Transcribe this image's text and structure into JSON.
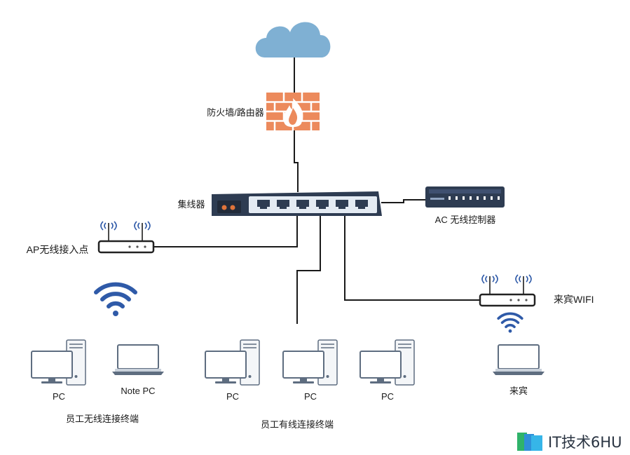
{
  "labels": {
    "firewall": "防火墙/路由器",
    "hub": "集线器",
    "ac": "AC 无线控制器",
    "ap": "AP无线接入点",
    "guest_ap": "来宾WIFI",
    "note_pc": "Note PC",
    "guest": "来宾",
    "pc": "PC",
    "group_wireless": "员工无线连接终端",
    "group_wired": "员工有线连接终端"
  },
  "watermark": {
    "text": "IT技术6HU"
  },
  "icons": {
    "cloud": "cloud-icon",
    "firewall": "firewall-icon",
    "hub": "switch-icon",
    "ac": "wireless-controller-icon",
    "ap": "access-point-icon",
    "wifi": "wifi-signal-icon",
    "desktop": "desktop-pc-icon",
    "laptop": "laptop-icon"
  },
  "colors": {
    "line": "#1a1a1a",
    "cloud": "#7fb0d3",
    "firewall": "#ec8a5c",
    "hub_body": "#2e3c52",
    "wifi": "#2f5aa8",
    "monitor": "#5e6d80"
  }
}
